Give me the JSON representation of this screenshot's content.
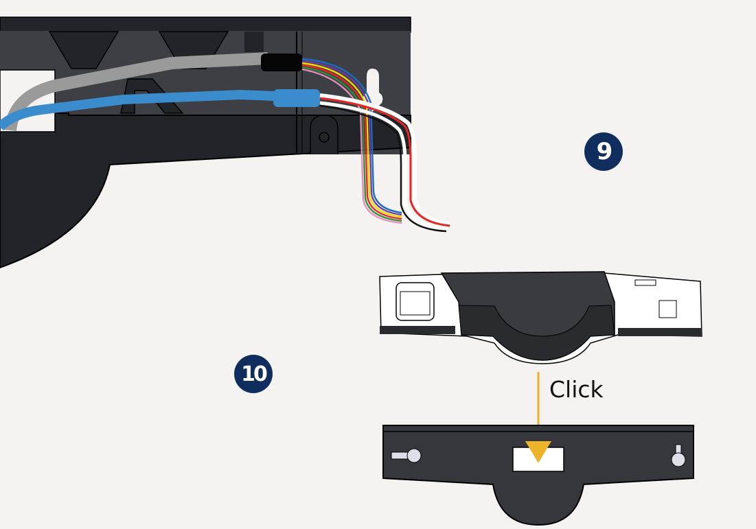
{
  "steps": [
    {
      "number": "9"
    },
    {
      "number": "10"
    }
  ],
  "annotation": {
    "click_label": "Click"
  },
  "colors": {
    "background": "#f4f3f1",
    "bracket_dark": "#22242a",
    "bracket_inner": "#3a3c42",
    "badge": "#0f2e5e",
    "arrow": "#ecb42a",
    "cable_gray": "#9a9a9a",
    "cable_blue": "#3a8ccc"
  },
  "wires": {
    "bundle_a": [
      "blue",
      "purple",
      "yellow",
      "red",
      "green",
      "pink"
    ],
    "bundle_b": [
      "white",
      "red",
      "white",
      "black"
    ]
  }
}
